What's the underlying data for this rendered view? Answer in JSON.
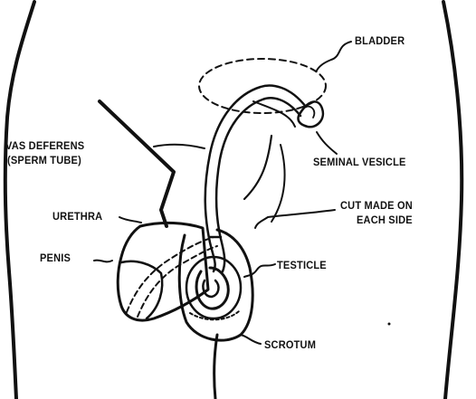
{
  "diagram": {
    "labels": {
      "bladder": "BLADDER",
      "vas_deferens_line1": "VAS DEFERENS",
      "vas_deferens_line2": "(SPERM TUBE)",
      "seminal_vesicle": "SEMINAL VESICLE",
      "cut_line1": "CUT MADE ON",
      "cut_line2": "EACH SIDE",
      "urethra": "URETHRA",
      "penis": "PENIS",
      "testicle": "TESTICLE",
      "scrotum": "SCROTUM"
    },
    "colors": {
      "ink": "#111111",
      "background": "#ffffff"
    }
  }
}
